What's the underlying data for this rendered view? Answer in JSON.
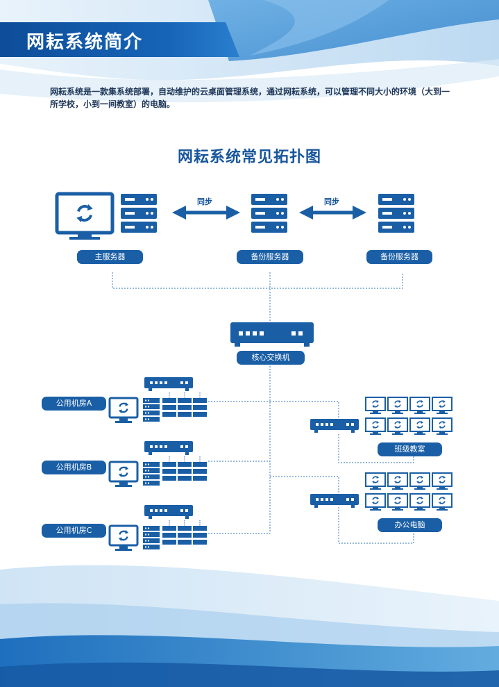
{
  "header": {
    "title": "网耘系统简介"
  },
  "intro": {
    "text": "网耘系统是一款集系统部署，自动维护的云桌面管理系统，通过网耘系统，可以管理不同大小的环境（大到一所学校，小到一间教室）的电脑。"
  },
  "diagram": {
    "title": "网耘系统常见拓扑图",
    "sync_label": "同步",
    "servers": {
      "main": "主服务器",
      "backup1": "备份服务器",
      "backup2": "备份服务器"
    },
    "core_switch": "核心交换机",
    "rooms": [
      "公用机房A",
      "公用机房B",
      "公用机房C"
    ],
    "classroom": "班级教室",
    "office": "办公电脑"
  },
  "colors": {
    "primary": "#1a5fa6",
    "dark": "#0e4d98",
    "line": "#5b8fc7"
  }
}
